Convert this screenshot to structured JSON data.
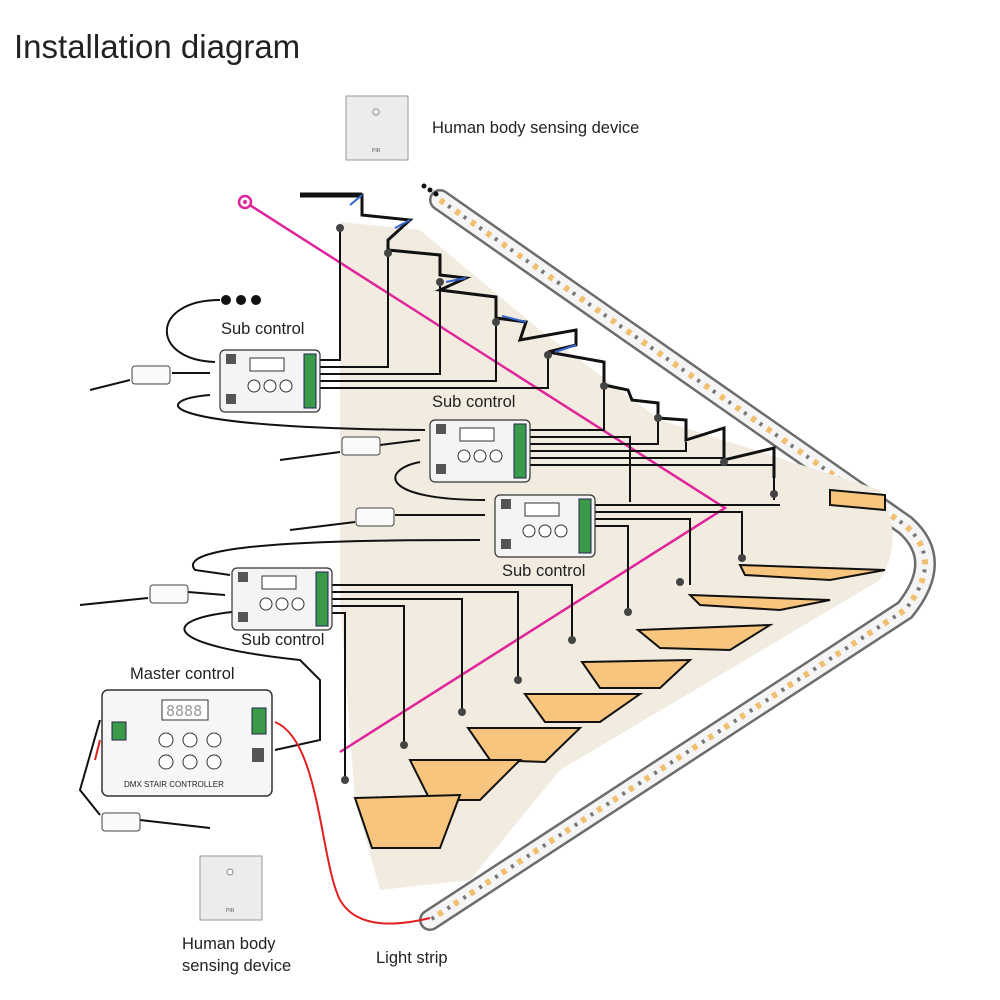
{
  "title": "Installation diagram",
  "labels": {
    "sensor_top": "Human body sensing device",
    "sub_control_1": "Sub control",
    "sub_control_2": "Sub control",
    "sub_control_3": "Sub control",
    "sub_control_4": "Sub control",
    "master_control": "Master control",
    "sensor_bottom_line1": "Human body",
    "sensor_bottom_line2": "sensing device",
    "light_strip": "Light strip"
  },
  "master_panel": {
    "name": "DMX STAIR CONTROLLER",
    "display": "8888"
  },
  "sensor_panel_text": "PIR",
  "colors": {
    "stair_lit": "#f7c57d",
    "stair_wall": "#f1ebe0",
    "sensor_line": "#e0249a",
    "signal_wire": "#e02020",
    "wire": "#1a1a1a"
  }
}
